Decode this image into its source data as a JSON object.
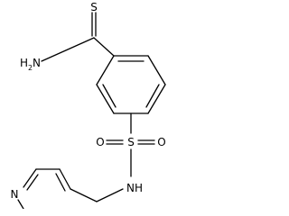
{
  "molecule": {
    "atoms": {
      "thione_s": "S",
      "amine": {
        "element": "H",
        "subscript": "2",
        "center": "N"
      },
      "sulfonyl_s": "S",
      "oxygen_left": "O",
      "oxygen_right": "O",
      "sulfonamide_nh": "NH",
      "pyridine_n": "N"
    }
  }
}
